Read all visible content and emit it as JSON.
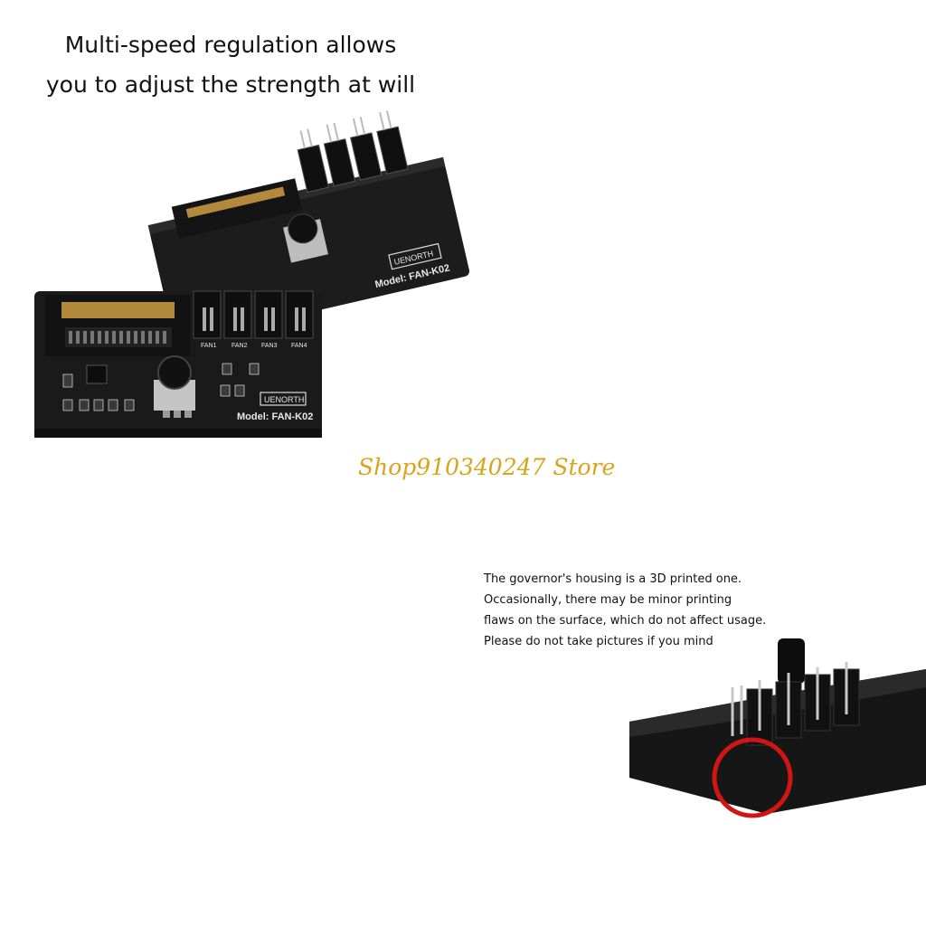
{
  "headline": {
    "line1": "Multi-speed regulation allows",
    "line2": "you to adjust the strength at will"
  },
  "watermark": "Shop910340247 Store",
  "note": {
    "line1": "The governor's housing is a 3D printed one.",
    "line2": "Occasionally, there may be minor printing",
    "line3": "flaws on the surface, which do not affect usage.",
    "line4": "Please do not take pictures if you mind"
  },
  "boards": {
    "front": {
      "brand": "UENORTH",
      "model": "Model: FAN-K02",
      "fan_labels": [
        "FAN1",
        "FAN2",
        "FAN3",
        "FAN4"
      ]
    },
    "back": {
      "brand": "UENORTH",
      "model": "Model: FAN-K02"
    }
  },
  "colors": {
    "board": "#1a1a1a",
    "watermark": "#d9a31a",
    "highlight_circle": "#d01515"
  }
}
